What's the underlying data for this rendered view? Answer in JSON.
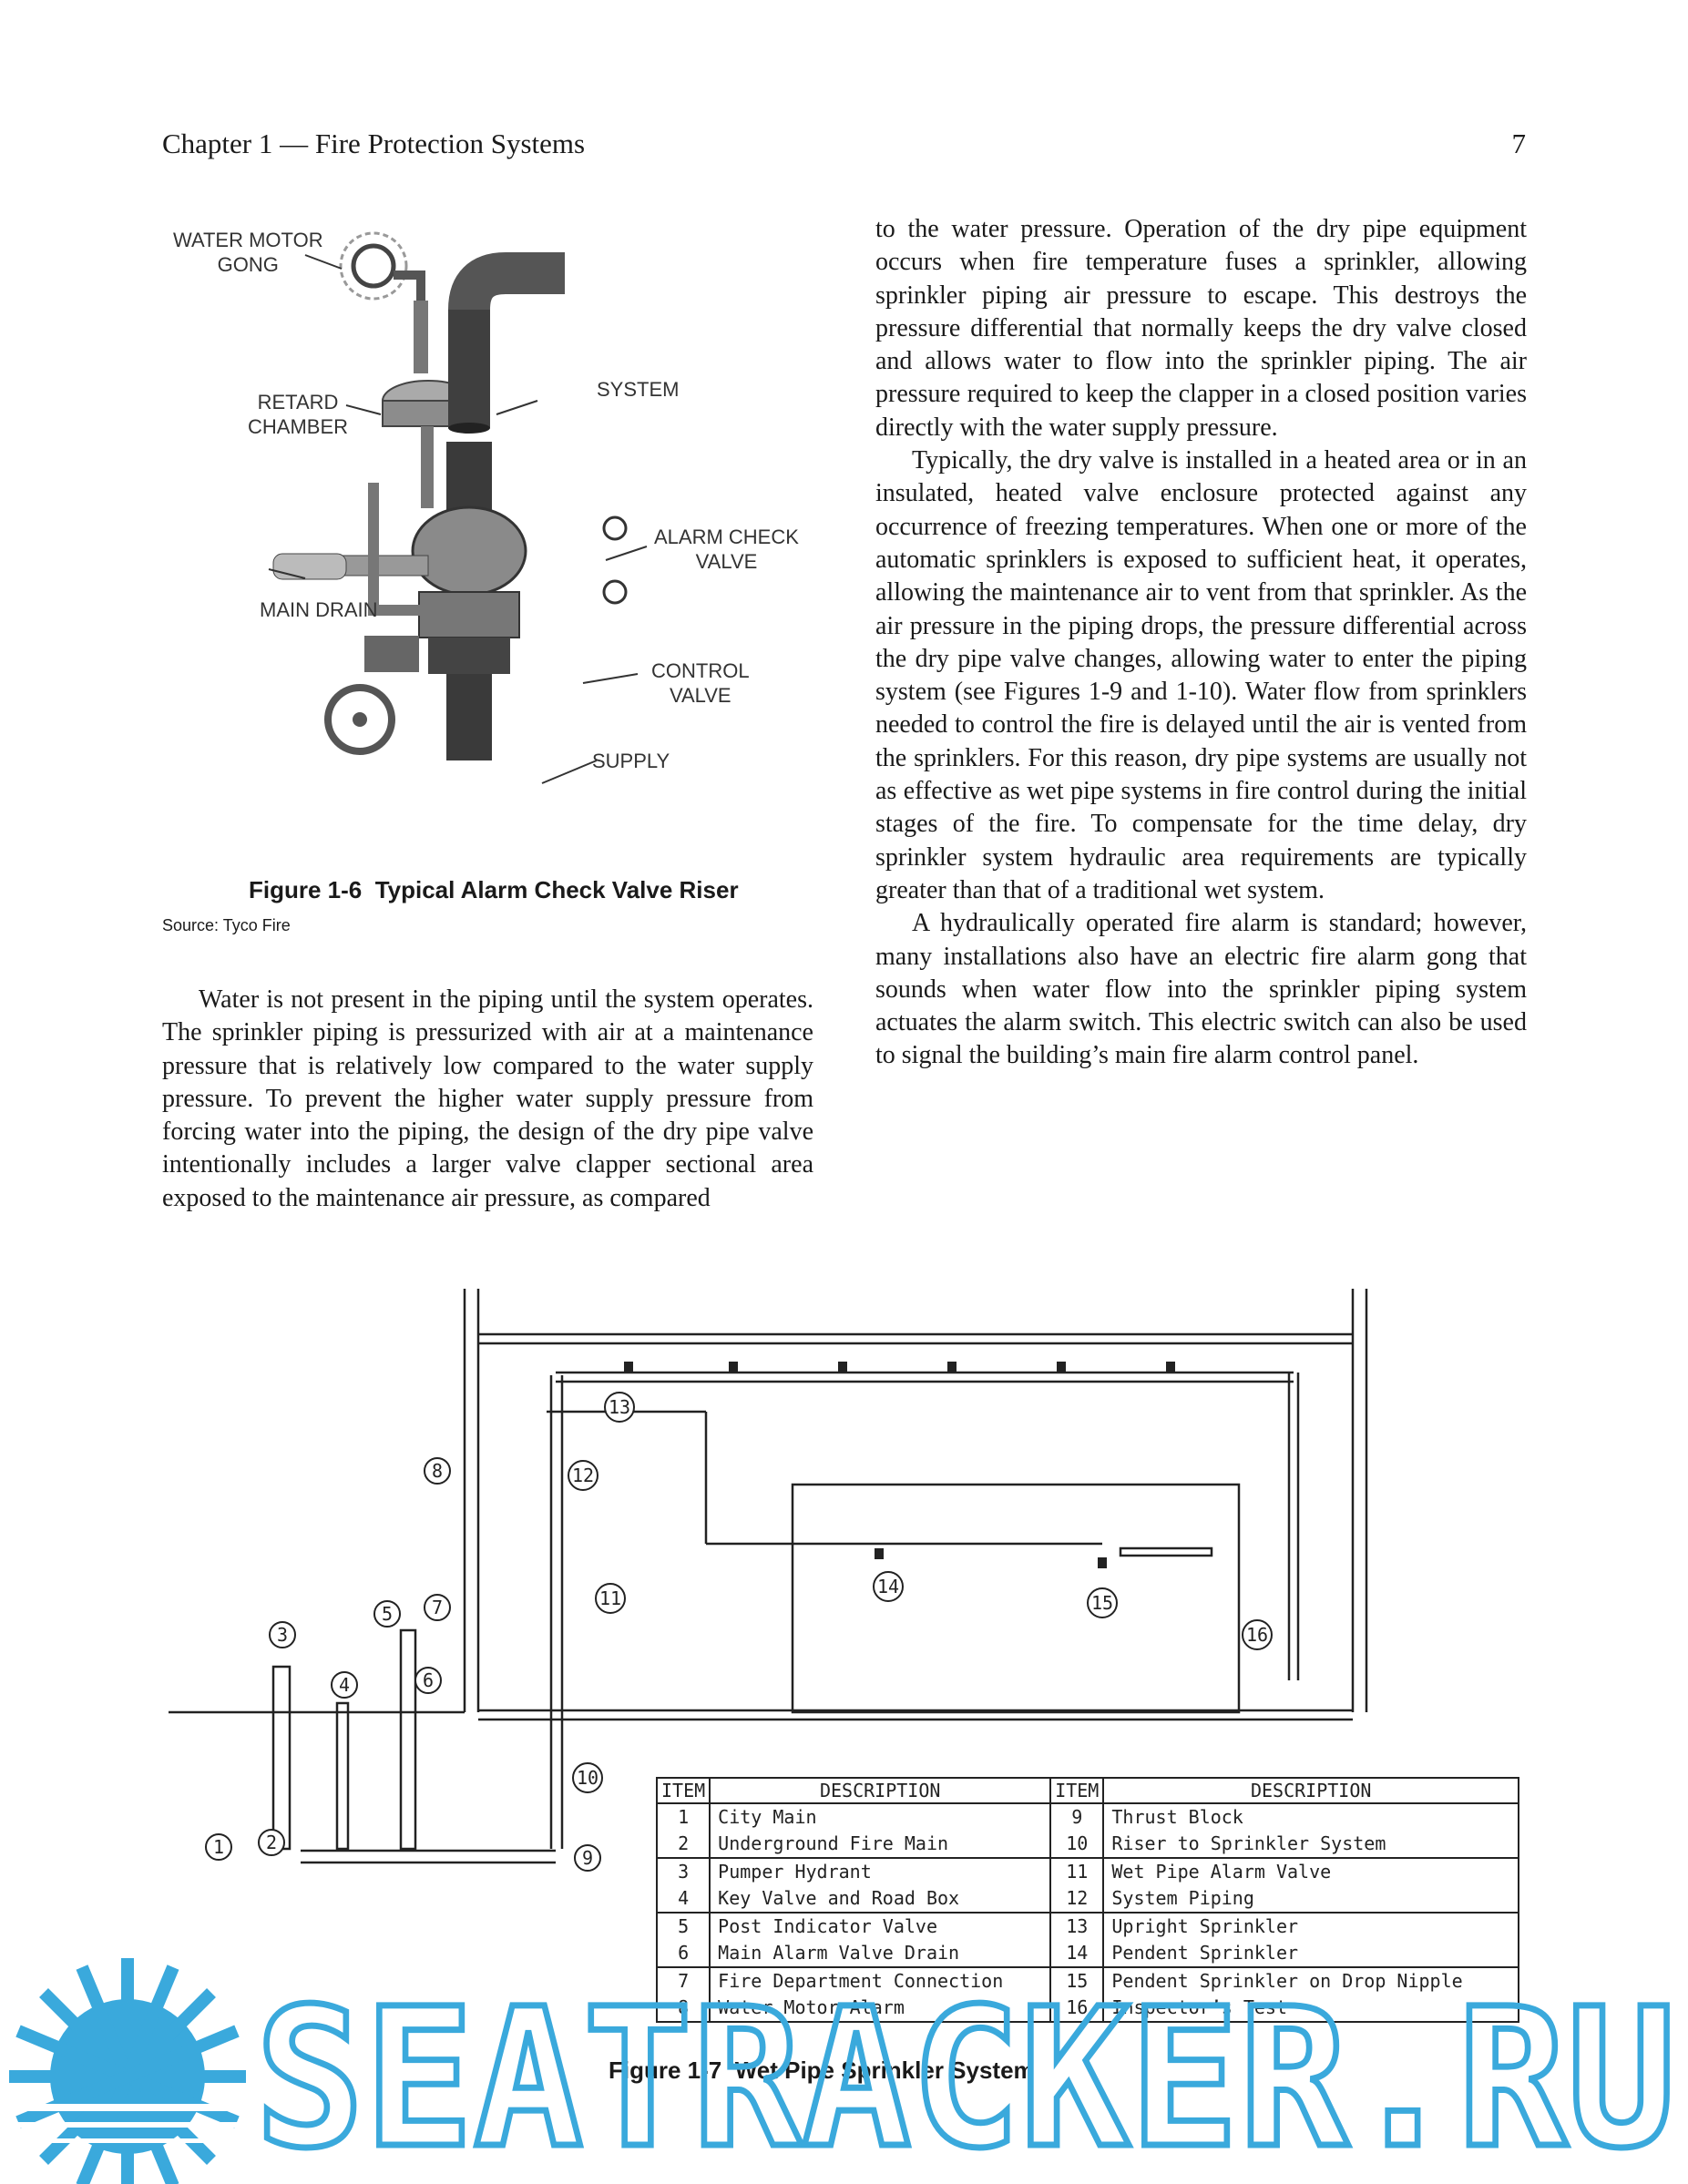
{
  "header": {
    "chapter": "Chapter 1 — Fire Protection Systems",
    "page_number": "7"
  },
  "figure6": {
    "labels": {
      "water_motor_gong": "WATER MOTOR\nGONG",
      "retard_chamber": "RETARD\nCHAMBER",
      "system": "SYSTEM",
      "alarm_check_valve": "ALARM CHECK\nVALVE",
      "main_drain": "MAIN DRAIN",
      "control_valve": "CONTROL\nVALVE",
      "supply": "SUPPLY"
    },
    "caption": "Figure 1-6  Typical Alarm Check Valve Riser",
    "source": "Source: Tyco Fire"
  },
  "body": {
    "left_paragraph": "Water is not present in the piping until the system operates. The sprinkler piping is pressurized with air at a maintenance pressure that is relatively low compared to the water supply pressure. To prevent the higher water supply pressure from forcing water into the piping, the design of the dry pipe valve intentionally includes a larger valve clapper sectional area exposed to the maintenance air pressure, as compared",
    "right_paragraph_1": "to the water pressure. Operation of the dry pipe equipment occurs when fire temperature fuses a sprinkler, allowing sprinkler piping air pressure to escape. This destroys the pressure differential that normally keeps the dry valve closed and allows water to flow into the sprinkler piping. The air pressure required to keep the clapper in a closed position varies directly with the water supply pressure.",
    "right_paragraph_2": "Typically, the dry valve is installed in a heated area or in an insulated, heated valve enclosure protected against any occurrence of freezing temperatures. When one or more of the automatic sprinklers is exposed to sufficient heat, it operates, allowing the maintenance air to vent from that sprinkler. As the air pressure in the piping drops, the pressure differential across the dry pipe valve changes, allowing water to enter the piping system (see Figures 1-9 and 1-10). Water flow from sprinklers needed to control the fire is delayed until the air is vented from the sprinklers. For this reason, dry pipe systems are usually not as effective as wet pipe systems in fire control during the initial stages of the fire. To compensate for the time delay, dry sprinkler system hydraulic area requirements are typically greater than that of a traditional wet system.",
    "right_paragraph_3": "A hydraulically operated fire alarm is standard; however, many installations also have an electric fire alarm gong that sounds when water flow into the sprinkler piping system actuates the alarm switch. This electric switch can also be used to signal the building’s main fire alarm control panel."
  },
  "figure7": {
    "callouts": [
      "1",
      "2",
      "3",
      "4",
      "5",
      "6",
      "7",
      "8",
      "9",
      "10",
      "11",
      "12",
      "13",
      "14",
      "15",
      "16"
    ],
    "table": {
      "headers": [
        "ITEM",
        "DESCRIPTION",
        "ITEM",
        "DESCRIPTION"
      ],
      "rows": [
        {
          "n1": "1",
          "d1": "City Main",
          "n2": "9",
          "d2": "Thrust Block"
        },
        {
          "n1": "2",
          "d1": "Underground Fire Main",
          "n2": "10",
          "d2": "Riser to Sprinkler System"
        },
        {
          "n1": "3",
          "d1": "Pumper Hydrant",
          "n2": "11",
          "d2": "Wet Pipe Alarm Valve"
        },
        {
          "n1": "4",
          "d1": "Key Valve and Road Box",
          "n2": "12",
          "d2": "System Piping"
        },
        {
          "n1": "5",
          "d1": "Post Indicator Valve",
          "n2": "13",
          "d2": "Upright Sprinkler"
        },
        {
          "n1": "6",
          "d1": "Main Alarm Valve Drain",
          "n2": "14",
          "d2": "Pendent Sprinkler"
        },
        {
          "n1": "7",
          "d1": "Fire Department Connection",
          "n2": "15",
          "d2": "Pendent Sprinkler on Drop Nipple"
        },
        {
          "n1": "8",
          "d1": "Water Motor Alarm",
          "n2": "16",
          "d2": "Inspector’s Test"
        }
      ]
    },
    "caption": "Figure 1-7  Wet Pipe Sprinkler System"
  },
  "watermark": {
    "text": "SEATRACKER.RU",
    "color": "#3aa9dc"
  }
}
